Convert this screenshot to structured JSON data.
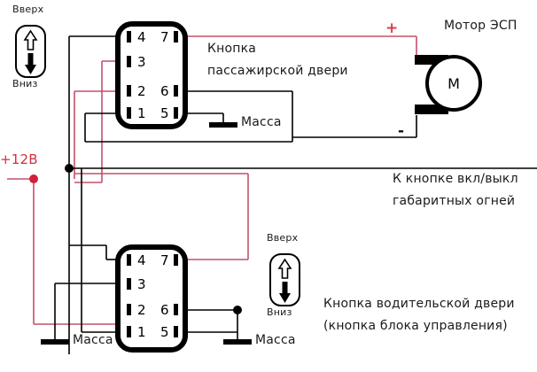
{
  "diagram": {
    "title_motor": "Мотор ЭСП",
    "motor_symbol": "M",
    "motor_plus": "+",
    "motor_minus": "-",
    "supply_label": "+12В",
    "ground_label": "Масса",
    "grounds": [
      {
        "id": "ground-upper-right",
        "label": "Масса"
      },
      {
        "id": "ground-lower-left",
        "label": "Масса"
      },
      {
        "id": "ground-lower-right",
        "label": "Масса"
      }
    ],
    "switches": [
      {
        "id": "passenger-door-switch",
        "caption_line1": "Кнопка",
        "caption_line2": "пассажирской двери",
        "pins_left": [
          "4",
          "3",
          "2",
          "1"
        ],
        "pins_right": [
          "7",
          "6",
          "5"
        ]
      },
      {
        "id": "driver-door-switch",
        "caption_line1": "Кнопка водительской двери",
        "caption_line2": "(кнопка блока управления)",
        "pins_left": [
          "4",
          "3",
          "2",
          "1"
        ],
        "pins_right": [
          "7",
          "6",
          "5"
        ]
      }
    ],
    "direction_indicators": [
      {
        "id": "direction-indicator-upper",
        "up": "Вверх",
        "down": "Вниз"
      },
      {
        "id": "direction-indicator-lower",
        "up": "Вверх",
        "down": "Вниз"
      }
    ],
    "note_parking_lights": {
      "line1": "К кнопке вкл/выкл",
      "line2": "габаритных огней"
    },
    "colors": {
      "wire_black": "#000000",
      "wire_red": "#c4506a",
      "supply_text": "#d03040",
      "plus_sign": "#e03a4e",
      "minus_sign": "#111111",
      "background": "#ffffff"
    }
  }
}
